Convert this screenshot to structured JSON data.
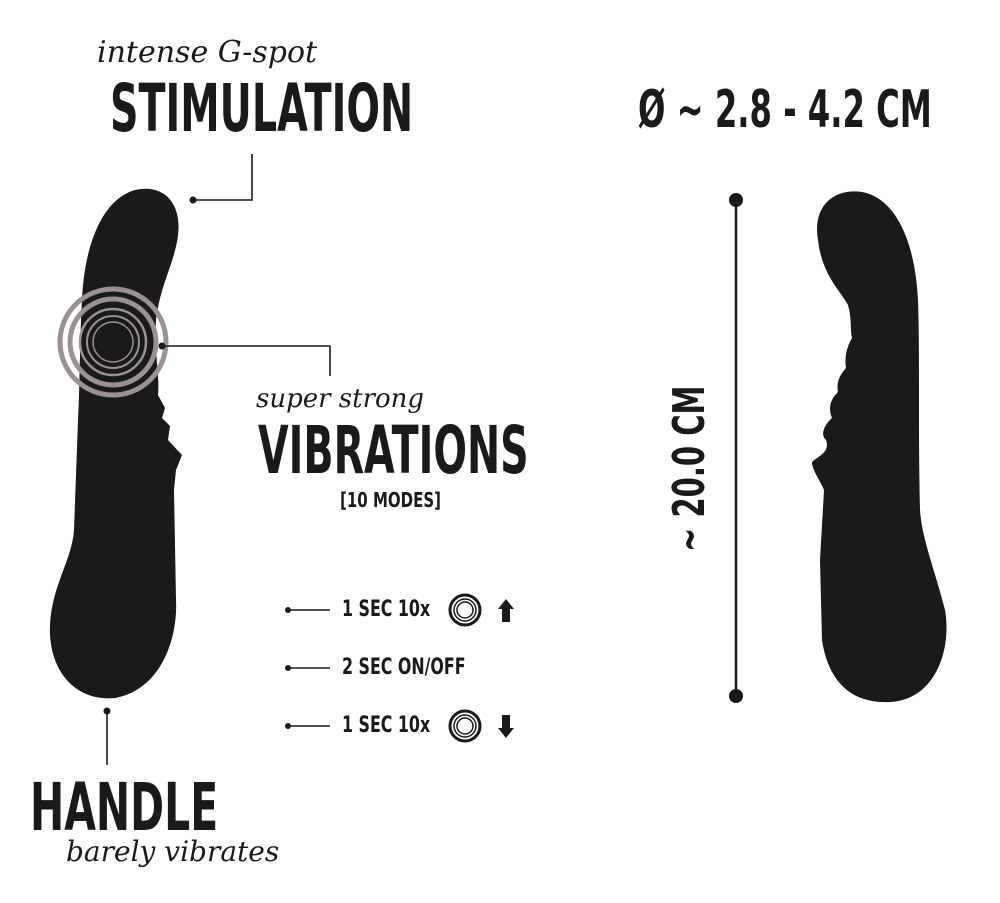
{
  "features": {
    "stimulation": {
      "script_label": "intense G-spot",
      "title": "STIMULATION"
    },
    "vibrations": {
      "script_label": "super strong",
      "title": "VIBRATIONS",
      "subtitle": "[10 MODES]"
    },
    "handle": {
      "title": "HANDLE",
      "script_label": "barely vibrates"
    }
  },
  "modes": [
    {
      "label": "1 SEC 10x",
      "icon": "vibration-rings-icon",
      "arrow": "arrow-up-icon"
    },
    {
      "label": "2 SEC ON/OFF",
      "icon": null,
      "arrow": null
    },
    {
      "label": "1 SEC 10x",
      "icon": "vibration-rings-icon",
      "arrow": "arrow-down-icon"
    }
  ],
  "dimensions": {
    "diameter": "Ø ~ 2.8 - 4.2 CM",
    "length": "~ 20.0 CM"
  },
  "colors": {
    "ink": "#1a1a1a",
    "ring_gray": "#9a9292",
    "background": "#ffffff"
  }
}
